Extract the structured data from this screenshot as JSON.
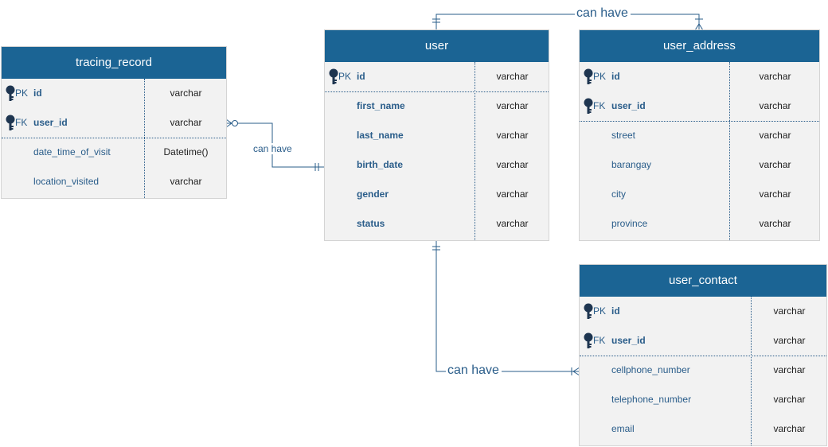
{
  "entities": {
    "tracing_record": {
      "title": "tracing_record",
      "rows": [
        {
          "kind": "PK",
          "name": "id",
          "type": "varchar"
        },
        {
          "kind": "FK",
          "name": "user_id",
          "type": "varchar"
        },
        {
          "kind": "",
          "name": "date_time_of_visit",
          "type": "Datetime()"
        },
        {
          "kind": "",
          "name": "location_visited",
          "type": "varchar"
        }
      ]
    },
    "user": {
      "title": "user",
      "rows": [
        {
          "kind": "PK",
          "name": "id",
          "type": "varchar"
        },
        {
          "kind": "",
          "name": "first_name",
          "type": "varchar"
        },
        {
          "kind": "",
          "name": "last_name",
          "type": "varchar"
        },
        {
          "kind": "",
          "name": "birth_date",
          "type": "varchar"
        },
        {
          "kind": "",
          "name": "gender",
          "type": "varchar"
        },
        {
          "kind": "",
          "name": "status",
          "type": "varchar"
        }
      ]
    },
    "user_address": {
      "title": "user_address",
      "rows": [
        {
          "kind": "PK",
          "name": "id",
          "type": "varchar"
        },
        {
          "kind": "FK",
          "name": "user_id",
          "type": "varchar"
        },
        {
          "kind": "",
          "name": "street",
          "type": "varchar"
        },
        {
          "kind": "",
          "name": "barangay",
          "type": "varchar"
        },
        {
          "kind": "",
          "name": "city",
          "type": "varchar"
        },
        {
          "kind": "",
          "name": "province",
          "type": "varchar"
        }
      ]
    },
    "user_contact": {
      "title": "user_contact",
      "rows": [
        {
          "kind": "PK",
          "name": "id",
          "type": "varchar"
        },
        {
          "kind": "FK",
          "name": "user_id",
          "type": "varchar"
        },
        {
          "kind": "",
          "name": "cellphone_number",
          "type": "varchar"
        },
        {
          "kind": "",
          "name": "telephone_number",
          "type": "varchar"
        },
        {
          "kind": "",
          "name": "email",
          "type": "varchar"
        }
      ]
    }
  },
  "relationships": {
    "user_address": "can have",
    "tracing_record": "can have",
    "user_contact": "can have"
  },
  "colors": {
    "header": "#1b6494",
    "line": "#2a5d8a",
    "body": "#f2f2f2"
  }
}
